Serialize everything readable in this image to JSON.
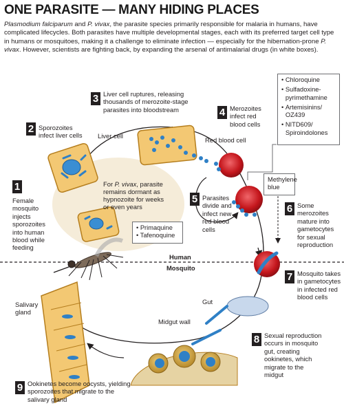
{
  "title": "ONE PARASITE — MANY HIDING PLACES",
  "intro": {
    "species1": "Plasmodium falciparum",
    "and": " and ",
    "species2": "P. vivax",
    "text1": ", the parasite species primarily responsible for malaria in humans, have complicated lifecycles. Both parasites have multiple developmental stages, each with its preferred target cell type in humans or mosquitoes, making it a challenge to eliminate infection — especially for the hibernation-prone ",
    "species3": "P. vivax",
    "text2": ". However, scientists are fighting back, by expanding the arsenal of antimalarial drugs (in white boxes)."
  },
  "steps": [
    {
      "num": "1",
      "text": "Female mosquito injects sporozoites into human blood while feeding"
    },
    {
      "num": "2",
      "text": "Sporozoites infect liver cells"
    },
    {
      "num": "3",
      "text": "Liver cell ruptures, releasing thousands of merozoite-stage parasites into bloodstream"
    },
    {
      "num": "4",
      "text": "Merozoites infect red blood cells"
    },
    {
      "num": "5",
      "text": "Parasites divide and infect new red blood cells"
    },
    {
      "num": "6",
      "text": "Some merozoites mature into gametocytes for sexual reproduction"
    },
    {
      "num": "7",
      "text": "Mosquito takes in gametocytes in infected red blood cells"
    },
    {
      "num": "8",
      "text": "Sexual reproduction occurs in mosquito gut, creating ookinetes, which migrate to the midgut"
    },
    {
      "num": "9",
      "text": "Ookinetes become oocysts, yielding sporozoites that migrate to the salivary gland"
    }
  ],
  "labels": {
    "liver_cell": "Liver cell",
    "red_blood_cell": "Red blood cell",
    "human": "Human",
    "mosquito": "Mosquito",
    "salivary_gland": "Salivary gland",
    "gut": "Gut",
    "midgut_wall": "Midgut wall",
    "hypnozoite_prefix": "For ",
    "hypnozoite_species": "P. vivax",
    "hypnozoite_text": ", parasite remains dormant as hypnozoite for weeks or even years"
  },
  "drugs": {
    "blood_stage": [
      "Chloroquine",
      "Sulfadoxine-pyrimethamine",
      "Artemisinins/ OZ439",
      "NITD609/ Spiroindolones"
    ],
    "liver_stage": [
      "Primaquine",
      "Tafenoquine"
    ],
    "gametocyte": "Methylene blue"
  },
  "colors": {
    "liver_cell": "#f3c873",
    "red_cell": "#d7262b",
    "parasite": "#2f80c6",
    "dormant_zone": "#f5ecd9",
    "gut": "#c8d8ec"
  }
}
